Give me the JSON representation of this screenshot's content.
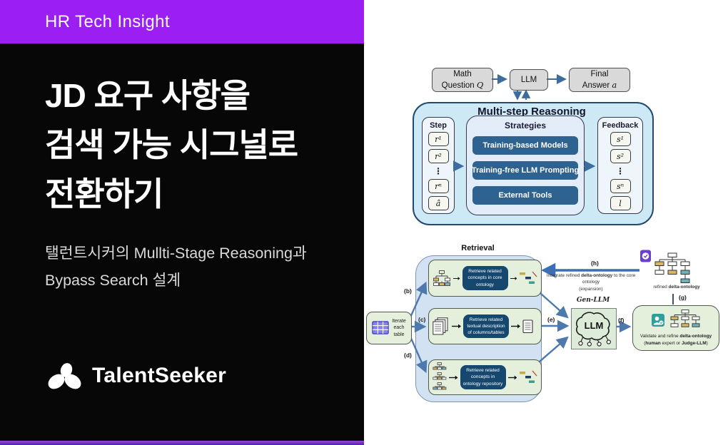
{
  "card": {
    "banner_label": "HR Tech Insight",
    "title_line1": "JD 요구 사항을",
    "title_line2": "검색 가능 시그널로",
    "title_line3": "전환하기",
    "subtitle_line1": "탤런트시커의 Mullti-Stage Reasoning과",
    "subtitle_line2": "Bypass Search 설계",
    "logo_text": "TalentSeeker",
    "colors": {
      "banner_purple": "#9b1ff2",
      "panel_black": "#070707",
      "accent_bar_purple": "#7a2bd0"
    }
  },
  "figure1": {
    "math_box_line1": "Math",
    "math_box_line2_pre": "Question ",
    "math_box_line2_var": "Q",
    "llm_box": "LLM",
    "final_box_line1": "Final",
    "final_box_line2_pre": "Answer ",
    "final_box_line2_var": "a",
    "container_title": "Multi-step Reasoning",
    "step_label": "Step",
    "step_items": [
      "r¹",
      "r²",
      "⋮",
      "rⁿ",
      "â"
    ],
    "strategies_label": "Strategies",
    "strategy_buttons": [
      "Training-based Models",
      "Training-free LLM Prompting",
      "External Tools"
    ],
    "feedback_label": "Feedback",
    "feedback_items": [
      "s¹",
      "s²",
      "⋮",
      "sⁿ",
      "l"
    ],
    "colors": {
      "container_fill": "#cde9f6",
      "strategy_button_navy": "#2d6291",
      "top_box_gray": "#d9d9d9"
    }
  },
  "figure2": {
    "title": "Retrieval",
    "iterate_line1": "Iterate",
    "iterate_line2": "each",
    "iterate_line3": "table",
    "row1_text": "Retrieve related concepts in core ontology",
    "row2_text": "Retrieve related textual description of columns/tables",
    "row3_text": "Retrieve related concepts in ontology repository",
    "label_b": "(b)",
    "label_c": "(c)",
    "label_d": "(d)",
    "label_e": "(e)",
    "label_f": "(f)",
    "label_g": "(g)",
    "label_h": "(h)",
    "gen_llm_label": "Gen-LLM",
    "llm_text": "LLM",
    "validate_s0": "Validate and refine ",
    "validate_s1": "delta-ontology",
    "validate_s2": "(",
    "validate_s3": "human",
    "validate_s4": " expert or ",
    "validate_s5": "Judge-LLM",
    "validate_s6": ")",
    "refined_s0": "refined ",
    "refined_s1": "delta-ontology",
    "integrate_s0": "Integrate refined ",
    "integrate_s1": "delta-ontology",
    "integrate_s2": " to the core ontology",
    "integrate_s3": "(expansion)",
    "colors": {
      "container_fill": "#d2e2f2",
      "row_green": "#e4f0dc",
      "navy": "#15476f",
      "arrow_blue": "#4d79ad"
    }
  }
}
